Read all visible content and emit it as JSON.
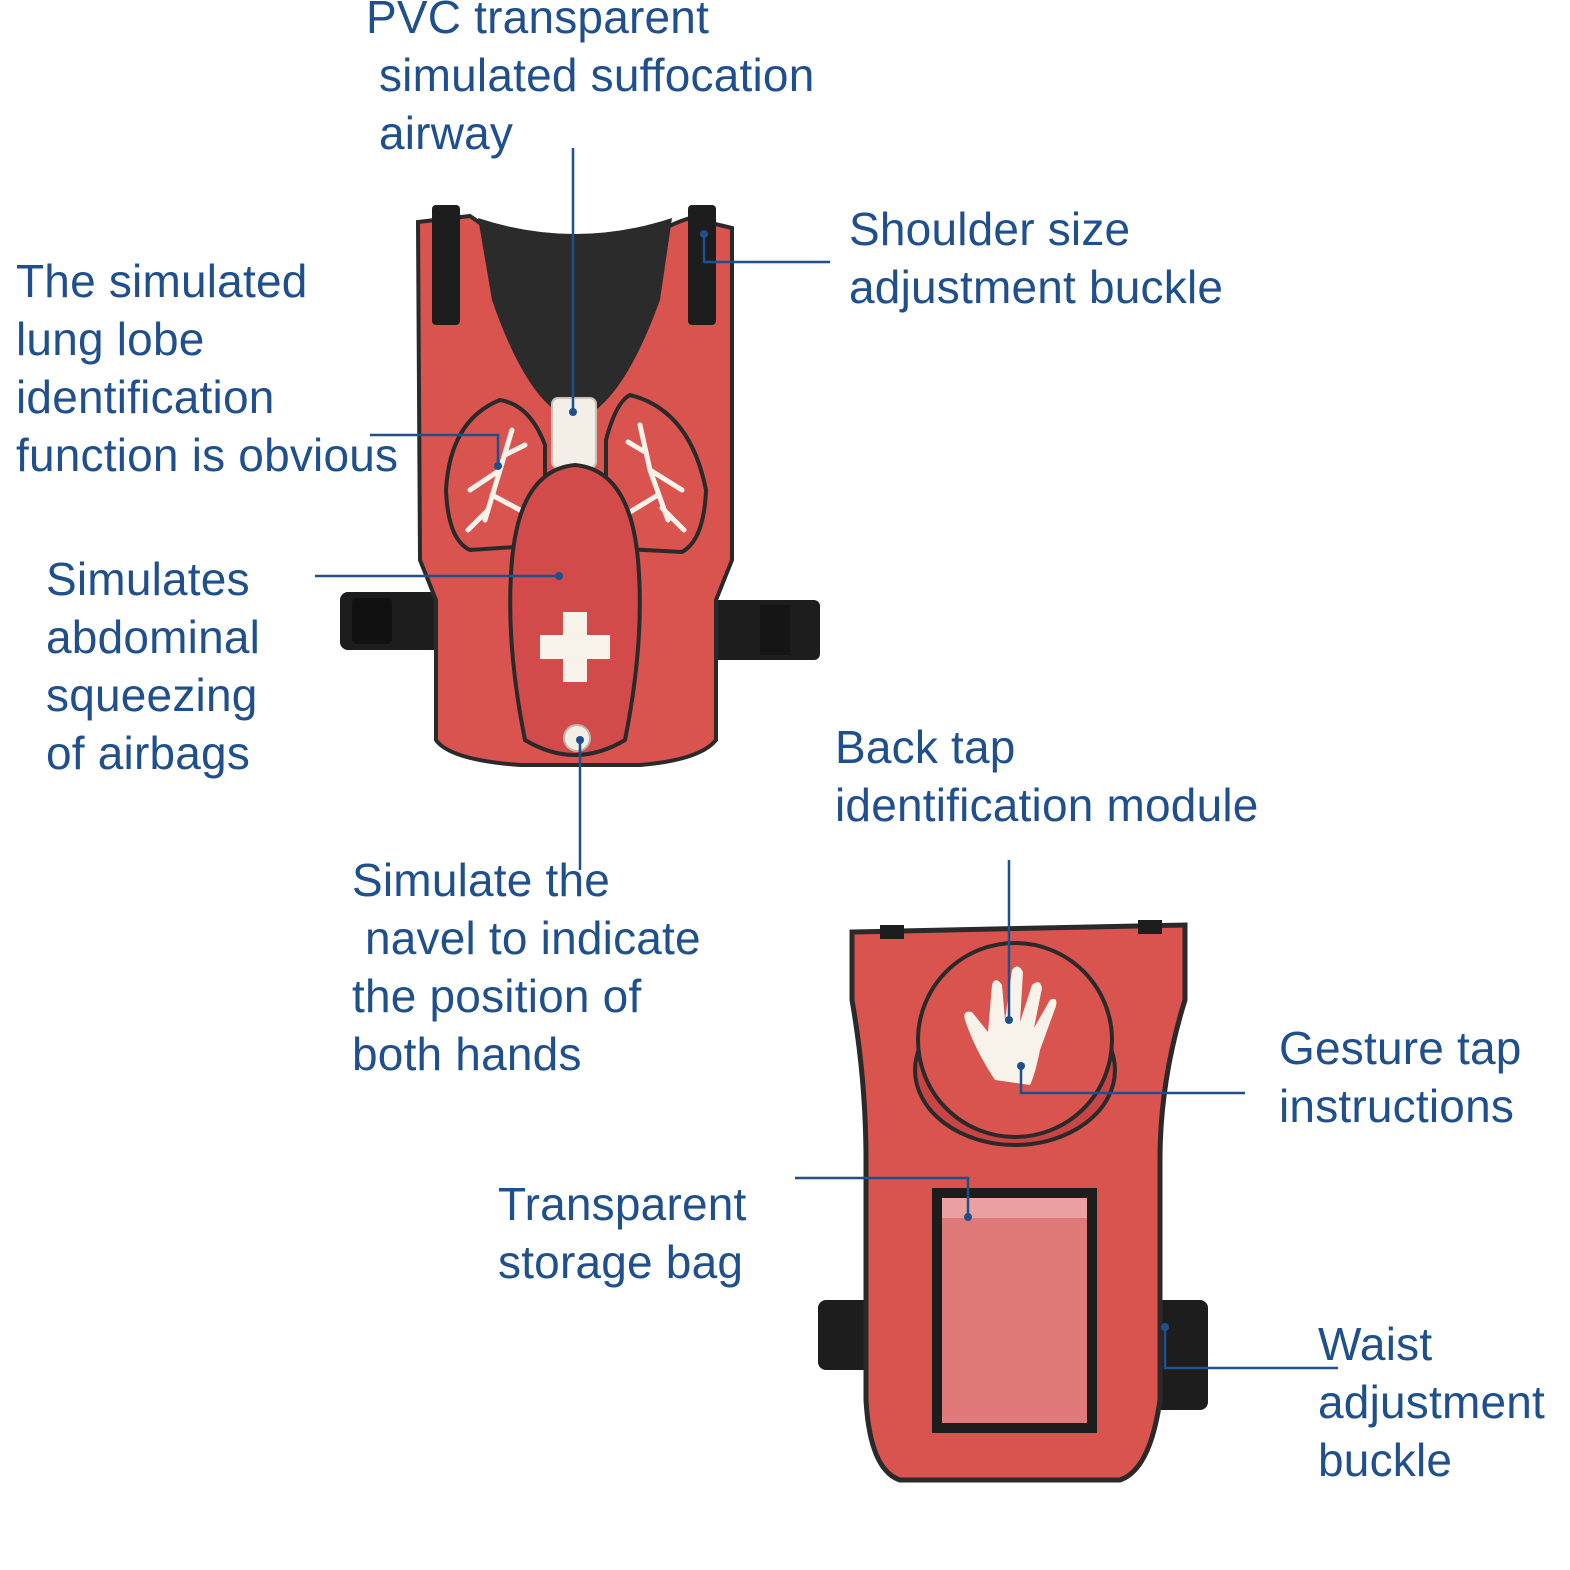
{
  "colors": {
    "label": "#1f4f8c",
    "leader_line": "#1f4f8c",
    "vest_red": "#d9534f",
    "vest_trim": "#2a2a2a",
    "strap": "#1d1d1d",
    "lung_white": "#f7f2ea"
  },
  "labels": {
    "airway": [
      "PVC transparent",
      " simulated suffocation",
      " airway"
    ],
    "shoulder": [
      "Shoulder size",
      "adjustment buckle"
    ],
    "lung": [
      "The simulated",
      "lung lobe",
      "identification",
      "function is obvious"
    ],
    "abdominal": [
      "Simulates",
      "abdominal",
      "squeezing",
      "of airbags"
    ],
    "navel": [
      "Simulate the",
      " navel to indicate",
      "the position of",
      "both hands"
    ],
    "back_tap": [
      "Back tap",
      "identification module"
    ],
    "gesture": [
      "Gesture tap",
      "instructions"
    ],
    "storage": [
      "Transparent",
      "storage bag"
    ],
    "waist": [
      "Waist",
      "adjustment",
      "buckle"
    ]
  },
  "icons": {
    "front_center": "first-aid-cross-icon",
    "lungs": "lung-icon",
    "back_center": "hand-icon"
  }
}
